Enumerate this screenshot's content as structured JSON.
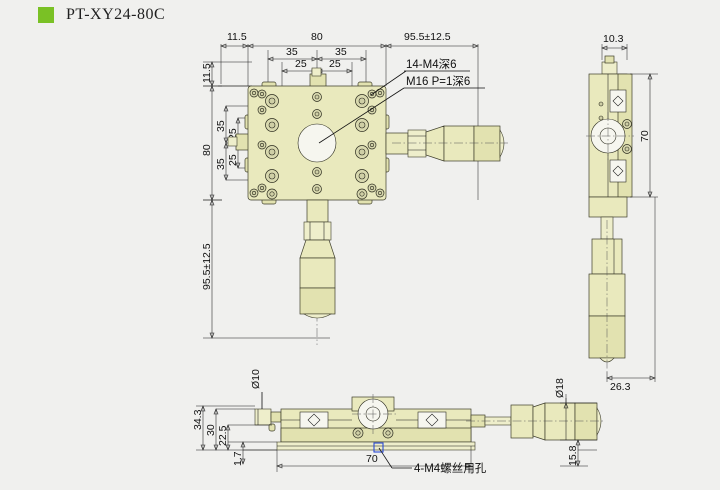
{
  "page": {
    "background_color": "#f0f0ee",
    "drawing_fill_color": "#e9e9bd",
    "line_color": "#1a1a1a"
  },
  "header": {
    "marker_color": "#7ac125",
    "title": "PT-XY24-80C"
  },
  "views": {
    "top_view": {
      "name": "top-view"
    },
    "right_side_view": {
      "name": "right-side-view"
    },
    "front_view": {
      "name": "front-bottom-view"
    }
  },
  "dimensions": {
    "top_view": {
      "left_offset": "11.5",
      "plate_width": "80",
      "half_35_left": "35",
      "half_35_right": "35",
      "quarter_25_left": "25",
      "quarter_25_right": "25",
      "travel_right": "95.5±12.5",
      "vertical_11_5": "11.5",
      "vertical_35_upper": "35",
      "vertical_25_upper": "25",
      "vertical_35_lower": "35",
      "vertical_25_lower": "25",
      "plate_height": "80",
      "travel_down": "95.5±12.5"
    },
    "right_side_view": {
      "knob_offset": "10.3",
      "body_height": "70",
      "micrometer_offset": "26.3"
    },
    "front_view": {
      "shaft_dia": "Ø10",
      "total_height": "34.3",
      "height_30": "30",
      "height_22_5": "22.5",
      "base_thickness": "1.7",
      "base_length": "70",
      "barrel_dia": "Ø18",
      "barrel_center_height": "15.8"
    }
  },
  "annotations": {
    "tapped_holes": "14-M4深6",
    "center_thread": "M16 P=1深6",
    "mounting_holes": "4-M4螺丝用孔"
  }
}
